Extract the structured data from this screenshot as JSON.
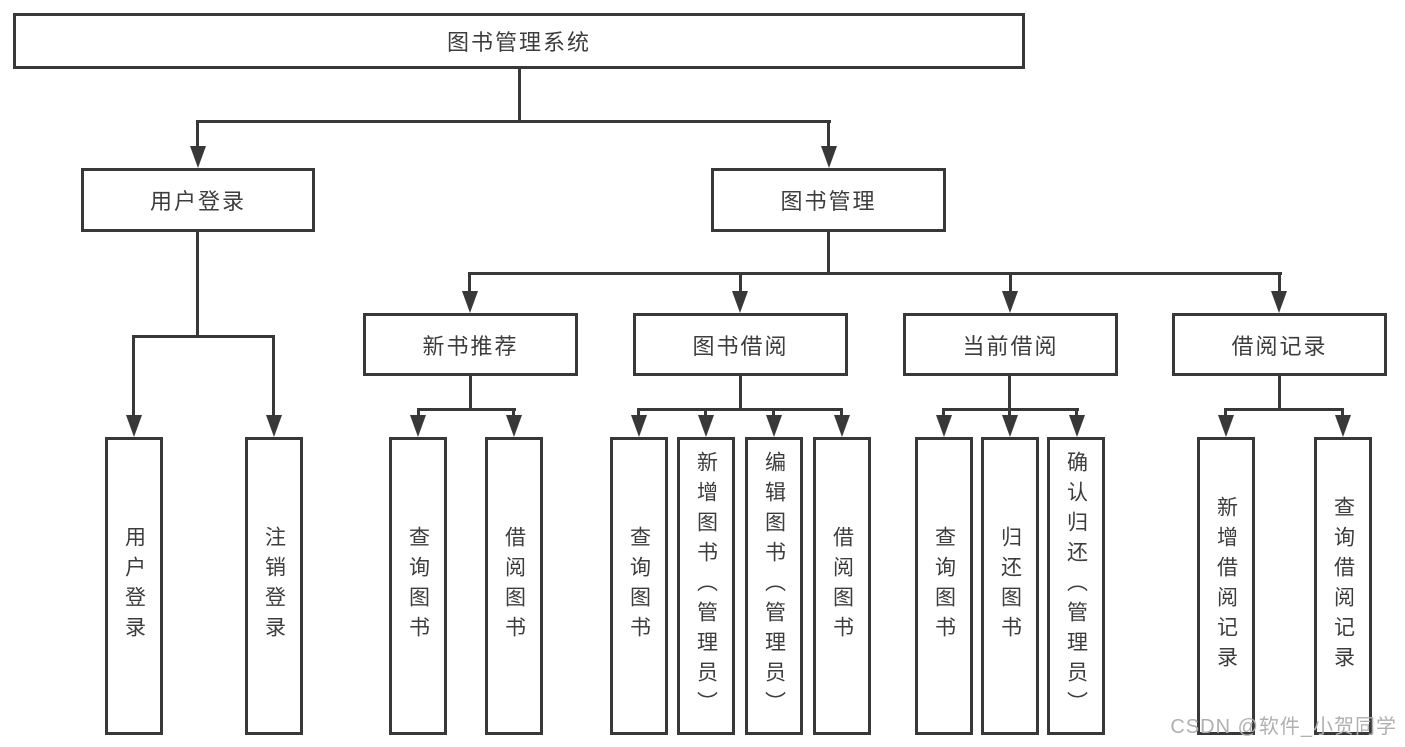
{
  "tree": {
    "root": {
      "label": "图书管理系统",
      "children": [
        {
          "label": "用户登录",
          "children": [
            {
              "label": "用户登录"
            },
            {
              "label": "注销登录"
            }
          ]
        },
        {
          "label": "图书管理",
          "children": [
            {
              "label": "新书推荐",
              "children": [
                {
                  "label": "查询图书"
                },
                {
                  "label": "借阅图书"
                }
              ]
            },
            {
              "label": "图书借阅",
              "children": [
                {
                  "label": "查询图书"
                },
                {
                  "label": "新增图书（管理员）"
                },
                {
                  "label": "编辑图书（管理员）"
                },
                {
                  "label": "借阅图书"
                }
              ]
            },
            {
              "label": "当前借阅",
              "children": [
                {
                  "label": "查询图书"
                },
                {
                  "label": "归还图书"
                },
                {
                  "label": "确认归还（管理员）"
                }
              ]
            },
            {
              "label": "借阅记录",
              "children": [
                {
                  "label": "新增借阅记录"
                },
                {
                  "label": "查询借阅记录"
                }
              ]
            }
          ]
        }
      ]
    }
  },
  "watermark": {
    "text": "CSDN @软件_小贺同学"
  },
  "colors": {
    "line": "#383838",
    "text": "#3d3d3d",
    "watermark": "#b0b0b0",
    "background": "#ffffff"
  }
}
